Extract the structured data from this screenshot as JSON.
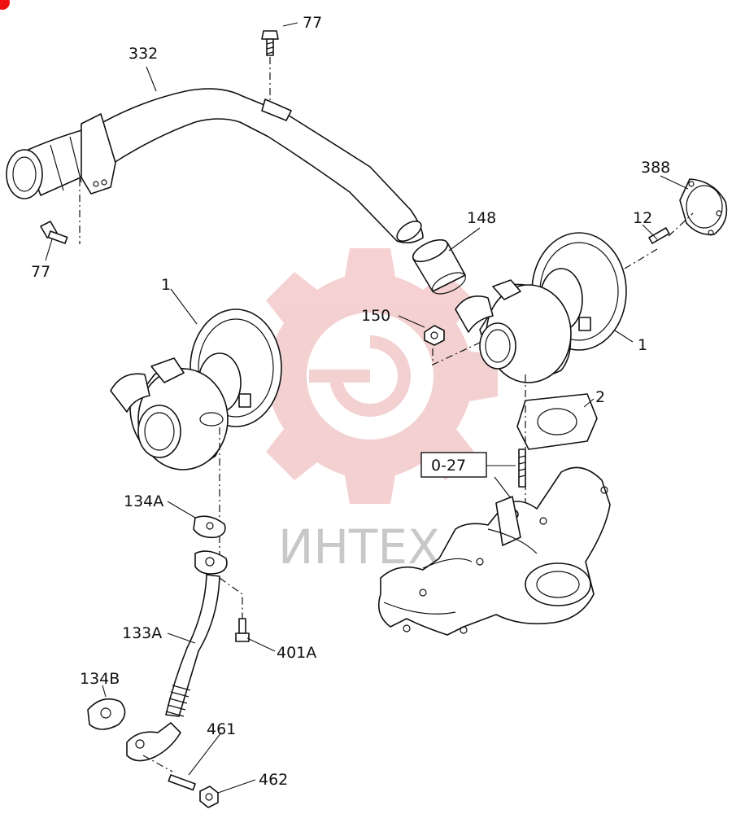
{
  "watermark": {
    "brand_text": "ИНТЕХ",
    "gear_color": "#f3c9c9",
    "text_color": "#c8c8c8"
  },
  "labels": {
    "bolt_top": "77",
    "pipe": "332",
    "bolt_left": "77",
    "hose": "148",
    "gasket_rear": "388",
    "stud_rear": "12",
    "nut": "150",
    "turbo_left": "1",
    "turbo_right": "1",
    "gasket_flange": "2",
    "ref_box": "0-27",
    "gasket_134a": "134A",
    "pipe_133a": "133A",
    "bolt_401a": "401A",
    "gasket_134b": "134B",
    "stud_461": "461",
    "nut_462": "462"
  }
}
